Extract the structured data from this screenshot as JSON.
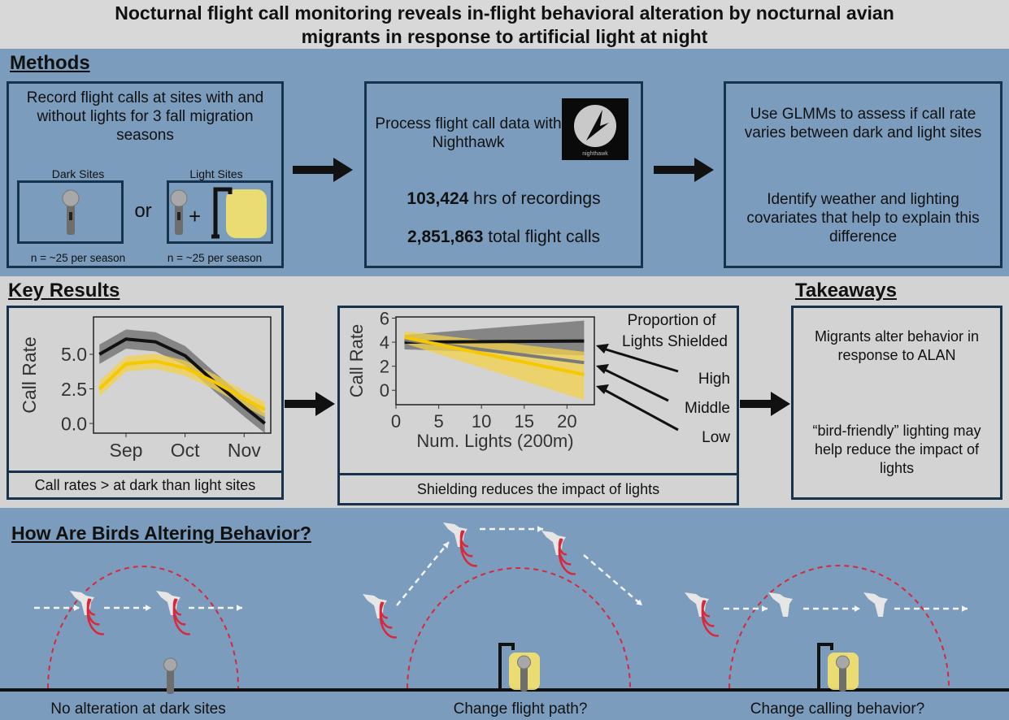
{
  "title": {
    "line1": "Nocturnal flight call monitoring reveals in-flight behavioral alteration by nocturnal avian",
    "line2": "migrants in response to artificial light at night"
  },
  "colors": {
    "background_blue": "#7b9cbd",
    "results_gray": "#d3d3d3",
    "border_navy": "#17324d",
    "light_yellow": "#f5c800",
    "dark_black": "#111111",
    "detection_red": "#d8283a"
  },
  "methods": {
    "heading": "Methods",
    "step1": {
      "text": "Record flight calls at sites with and without lights for 3 fall migration seasons",
      "dark_label": "Dark Sites",
      "light_label": "Light Sites",
      "or": "or",
      "plus": "+",
      "dark_n": "n = ~25 per season",
      "light_n": "n = ~25 per season"
    },
    "step2": {
      "text": "Process flight call data with Nighthawk",
      "logo_text": "nighthawk",
      "stat1_value": "103,424",
      "stat1_label": " hrs of recordings",
      "stat2_value": "2,851,863",
      "stat2_label": " total flight calls"
    },
    "step3": {
      "text1": "Use GLMMs to assess if call rate varies between dark and light sites",
      "text2": "Identify weather and lighting covariates that help to explain this difference"
    }
  },
  "results": {
    "heading": "Key Results",
    "caption1": "Call rates > at dark than light sites",
    "caption2": "Shielding reduces the impact of lights",
    "legend_title_1": "Proportion of",
    "legend_title_2": "Lights Shielded",
    "legend": [
      "High",
      "Middle",
      "Low"
    ]
  },
  "takeaways": {
    "heading": "Takeaways",
    "text1": "Migrants alter behavior in response to ALAN",
    "text2": "“bird-friendly” lighting may help reduce the impact of lights"
  },
  "how": {
    "heading": "How Are Birds Altering Behavior?",
    "captions": [
      "No alteration at dark sites",
      "Change flight path?",
      "Change calling behavior?"
    ]
  },
  "chart_data": [
    {
      "type": "line",
      "ylabel": "Call Rate",
      "xlabel": "",
      "x_tick_labels": [
        "Sep",
        "Oct",
        "Nov"
      ],
      "x_ticks": [
        0,
        1,
        2
      ],
      "y_tick_labels": [
        "0.0",
        "2.5",
        "5.0"
      ],
      "y_ticks": [
        0,
        2.5,
        5
      ],
      "xlim": [
        -0.55,
        2.45
      ],
      "ylim": [
        -0.7,
        7.7
      ],
      "x": [
        -0.45,
        0,
        0.5,
        1,
        1.5,
        2,
        2.35
      ],
      "series": [
        {
          "name": "Dark sites",
          "color": "#111111",
          "band": "#6b6b6b",
          "values": [
            5.0,
            6.1,
            5.9,
            4.9,
            3.0,
            1.2,
            0.0
          ],
          "ci": 0.7
        },
        {
          "name": "Light sites",
          "color": "#f5c800",
          "band": "#f3d24a",
          "values": [
            2.5,
            4.3,
            4.5,
            4.0,
            3.0,
            1.8,
            1.0
          ],
          "ci": 0.55
        }
      ]
    },
    {
      "type": "line",
      "ylabel": "Call Rate",
      "xlabel": "Num. Lights (200m)",
      "x_ticks": [
        0,
        5,
        10,
        15,
        20
      ],
      "x_tick_labels": [
        "0",
        "5",
        "10",
        "15",
        "20"
      ],
      "y_ticks": [
        0,
        2,
        4,
        6
      ],
      "y_tick_labels": [
        "0",
        "2",
        "4",
        "6"
      ],
      "xlim": [
        0,
        23.2
      ],
      "ylim": [
        -1.2,
        6.1
      ],
      "x": [
        1,
        22
      ],
      "series": [
        {
          "name": "High",
          "color": "#111111",
          "band": "#6b6b6b",
          "values": [
            4.0,
            4.1
          ],
          "lower": [
            3.4,
            2.9
          ],
          "upper": [
            4.6,
            5.8
          ]
        },
        {
          "name": "Middle",
          "color": "#7a7a7a",
          "band": "#9a9a9a",
          "values": [
            4.2,
            2.3
          ],
          "lower": [
            4.1,
            2.2
          ],
          "upper": [
            4.3,
            2.4
          ]
        },
        {
          "name": "Low",
          "color": "#f5c800",
          "band": "#f3d24a",
          "values": [
            4.4,
            1.3
          ],
          "lower": [
            3.9,
            -0.8
          ],
          "upper": [
            4.9,
            3.2
          ]
        }
      ]
    }
  ]
}
